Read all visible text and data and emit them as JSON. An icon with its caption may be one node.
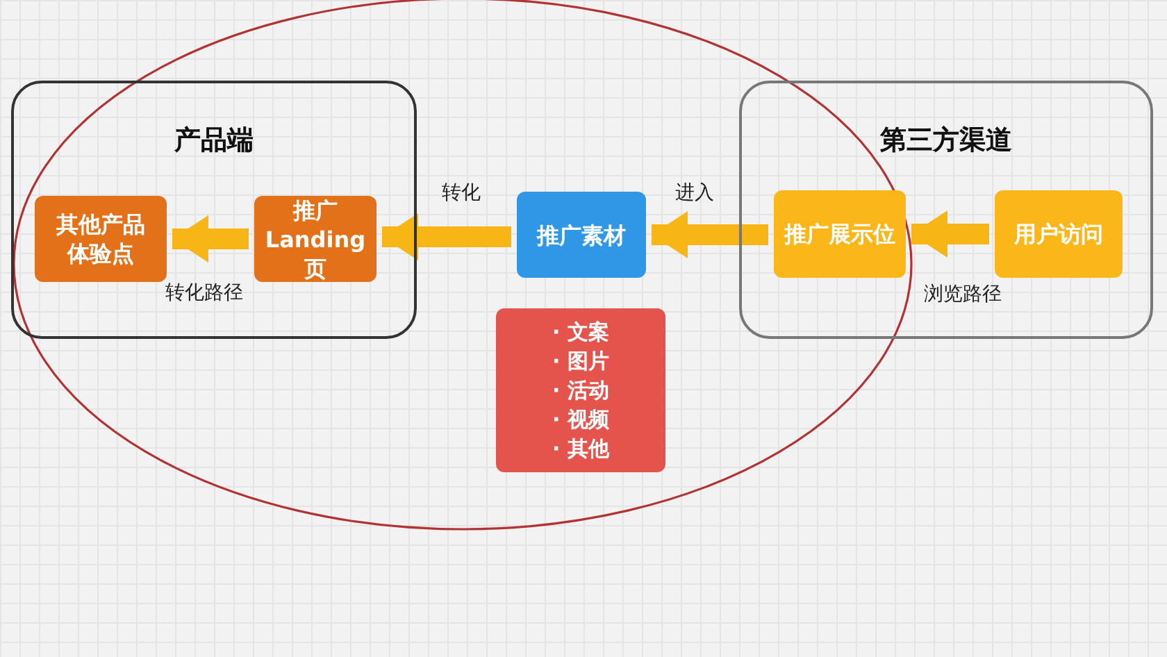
{
  "diagram": {
    "nodes": [
      {
        "text": [
          "产品端"
        ]
      },
      {
        "text": [
          "其他产品体验点"
        ],
        "in": 0
      },
      {
        "text": [
          "推广 Landing 页"
        ],
        "in": 0
      },
      {
        "text": [
          "推广素材"
        ]
      },
      {
        "text": [
          "第三方渠道"
        ]
      },
      {
        "text": [
          "推广展示位"
        ],
        "in": 4
      },
      {
        "text": [
          "用户访问"
        ],
        "in": 4
      },
      {
        "text": [
          "· 文案",
          "· 图片",
          "· 活动",
          "· 视频",
          "· 其他"
        ]
      }
    ],
    "edges": [
      {
        "from": 6,
        "to": 5,
        "arrow": "to",
        "label": "浏览路径"
      },
      {
        "from": 5,
        "to": 3,
        "arrow": "to",
        "label": "进入"
      },
      {
        "from": 3,
        "to": 2,
        "arrow": "to",
        "label": "转化"
      },
      {
        "from": 2,
        "to": 1,
        "arrow": "to",
        "label": "转化路径"
      }
    ]
  }
}
